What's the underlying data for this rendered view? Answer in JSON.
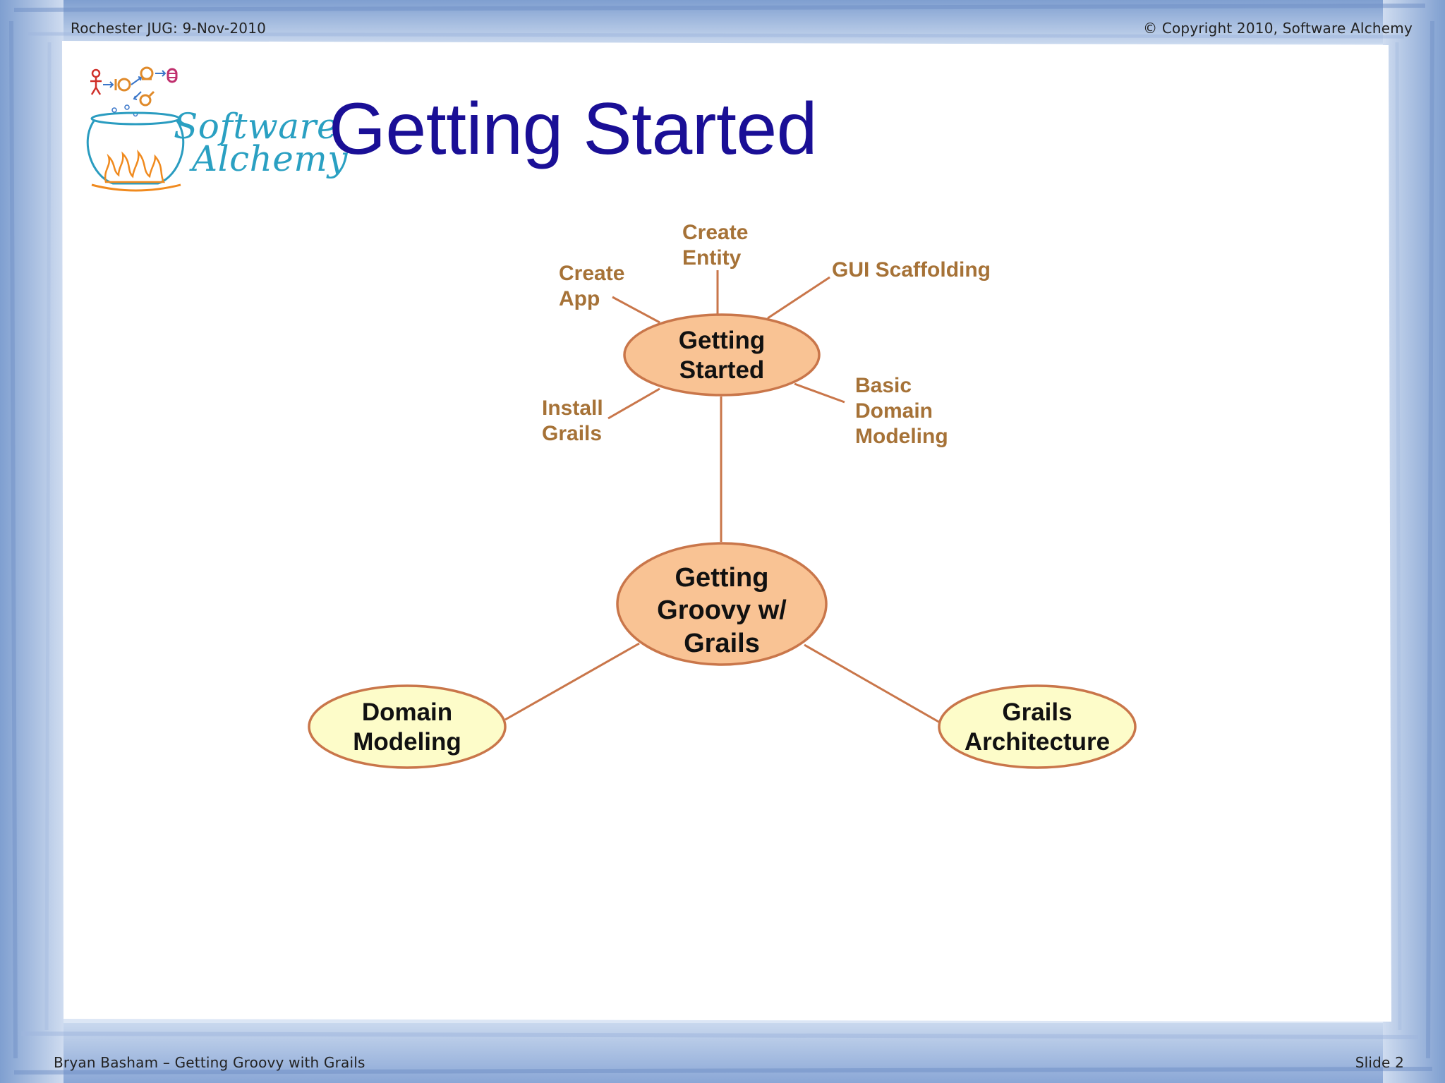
{
  "header": {
    "left": "Rochester JUG:  9-Nov-2010",
    "right": "© Copyright 2010, Software Alchemy"
  },
  "footer": {
    "left": "Bryan Basham – Getting Groovy with Grails",
    "right": "Slide 2"
  },
  "logo": {
    "line1": "Software",
    "line2": "Alchemy"
  },
  "title": "Getting Started",
  "diagram": {
    "center": [
      "Getting",
      "Groovy w/",
      "Grails"
    ],
    "hub": [
      "Getting",
      "Started"
    ],
    "left_node": [
      "Domain",
      "Modeling"
    ],
    "right_node": [
      "Grails",
      "Architecture"
    ],
    "leaves": {
      "create_entity": [
        "Create",
        "Entity"
      ],
      "create_app": [
        "Create",
        "App"
      ],
      "gui_scaffolding": [
        "GUI Scaffolding"
      ],
      "install_grails": [
        "Install",
        "Grails"
      ],
      "basic_domain_modeling": [
        "Basic",
        "Domain",
        "Modeling"
      ]
    },
    "colors": {
      "hub_fill": "#f9c394",
      "side_fill": "#fdfcc9",
      "stroke": "#c9764a",
      "leaf_text": "#a67237",
      "title": "#1a0f96"
    }
  }
}
